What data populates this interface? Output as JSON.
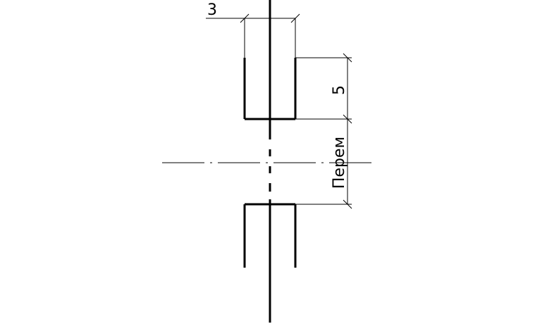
{
  "dimensions": {
    "width_label": "3",
    "height_label": "5",
    "gap_label": "Перем"
  }
}
